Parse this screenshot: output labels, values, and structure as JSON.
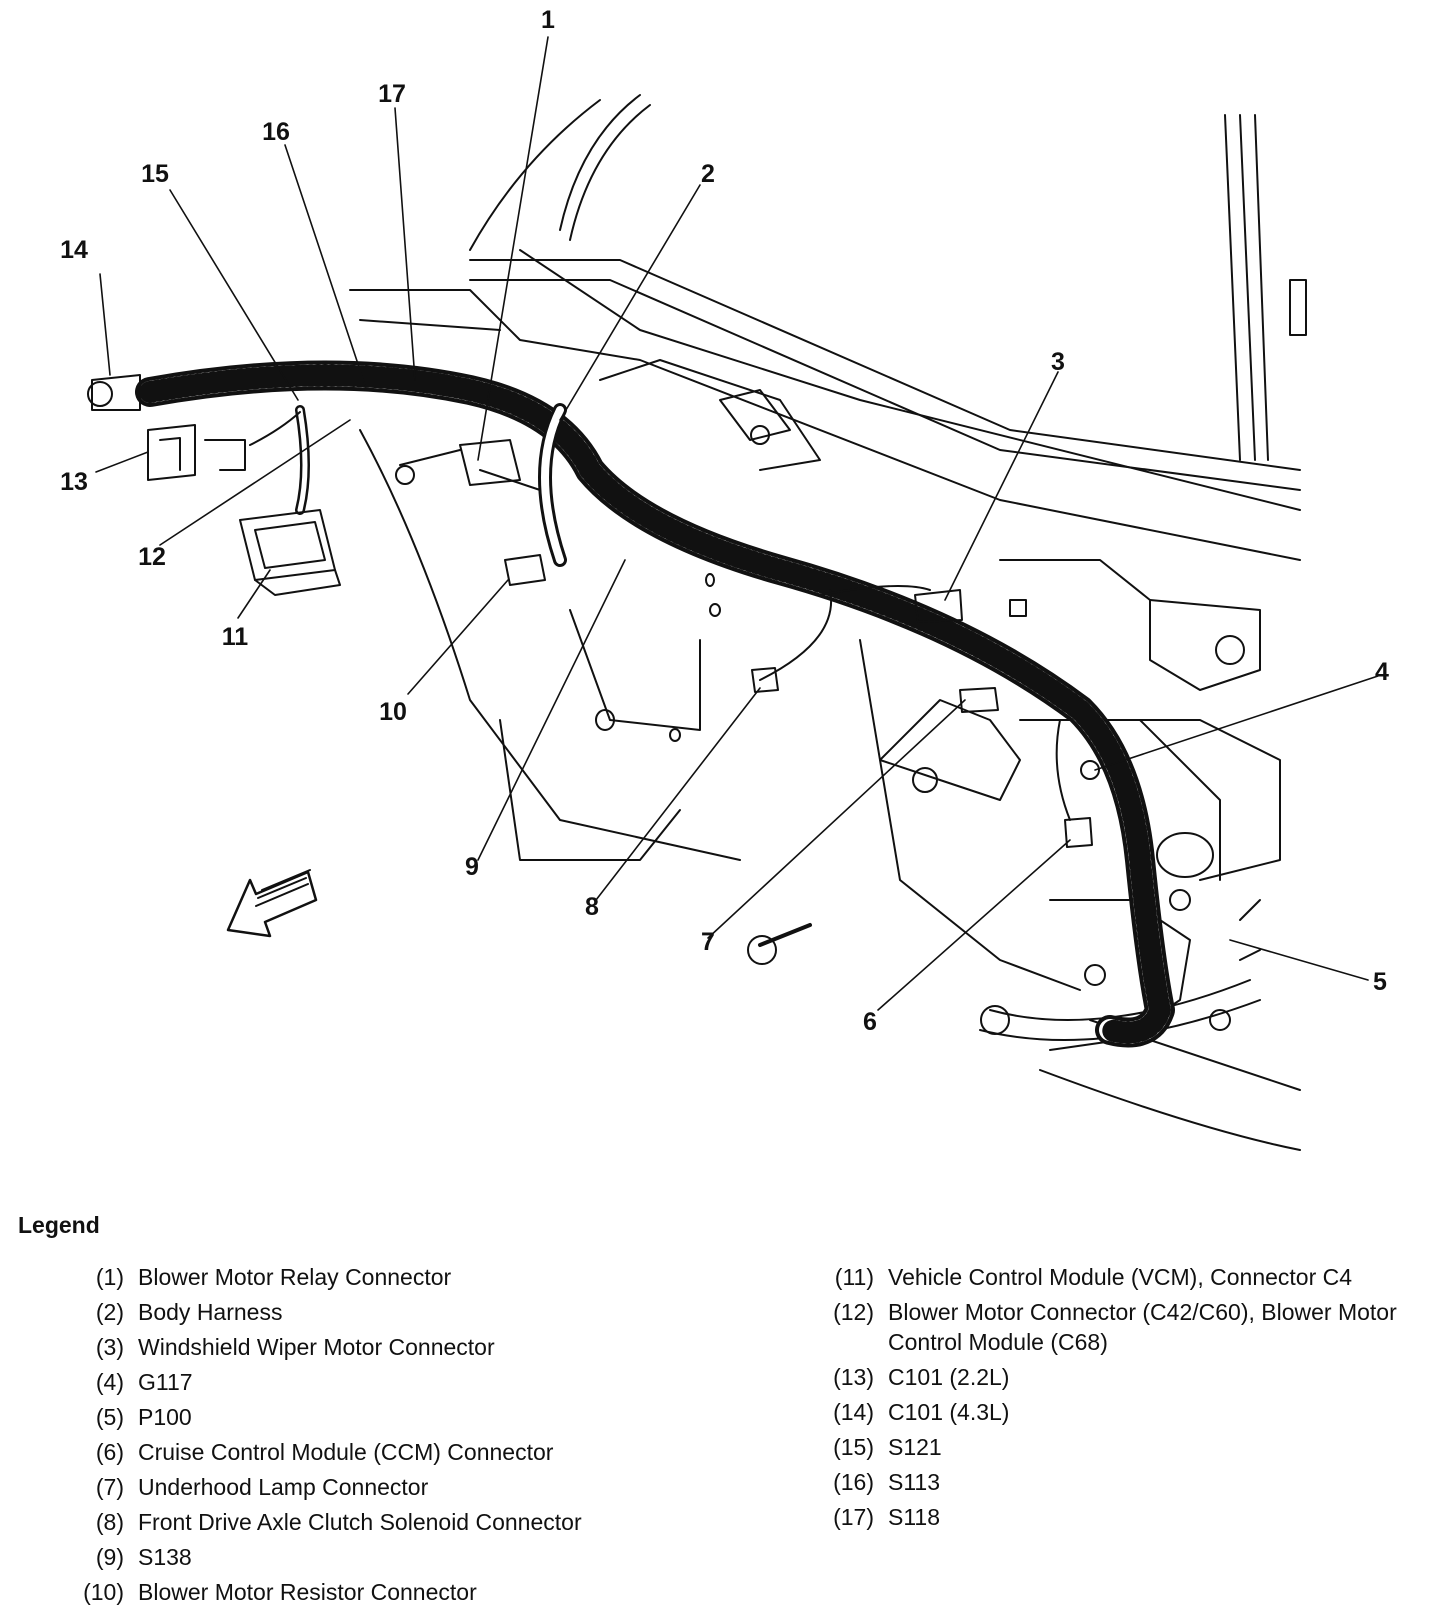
{
  "diagram": {
    "callouts": [
      "1",
      "2",
      "3",
      "4",
      "5",
      "6",
      "7",
      "8",
      "9",
      "10",
      "11",
      "12",
      "13",
      "14",
      "15",
      "16",
      "17"
    ]
  },
  "legend": {
    "title": "Legend",
    "left": [
      {
        "num": "(1)",
        "text": "Blower Motor Relay Connector"
      },
      {
        "num": "(2)",
        "text": "Body Harness"
      },
      {
        "num": "(3)",
        "text": "Windshield Wiper Motor Connector"
      },
      {
        "num": "(4)",
        "text": "G117"
      },
      {
        "num": "(5)",
        "text": "P100"
      },
      {
        "num": "(6)",
        "text": "Cruise Control Module (CCM) Connector"
      },
      {
        "num": "(7)",
        "text": "Underhood Lamp Connector"
      },
      {
        "num": "(8)",
        "text": "Front Drive Axle Clutch Solenoid Connector"
      },
      {
        "num": "(9)",
        "text": "S138"
      },
      {
        "num": "(10)",
        "text": "Blower Motor Resistor Connector"
      }
    ],
    "right": [
      {
        "num": "(11)",
        "text": "Vehicle Control Module (VCM), Connector C4"
      },
      {
        "num": "(12)",
        "text": "Blower Motor Connector (C42/C60), Blower Motor Control Module (C68)"
      },
      {
        "num": "(13)",
        "text": "C101 (2.2L)"
      },
      {
        "num": "(14)",
        "text": "C101 (4.3L)"
      },
      {
        "num": "(15)",
        "text": "S121"
      },
      {
        "num": "(16)",
        "text": "S113"
      },
      {
        "num": "(17)",
        "text": "S118"
      }
    ]
  }
}
